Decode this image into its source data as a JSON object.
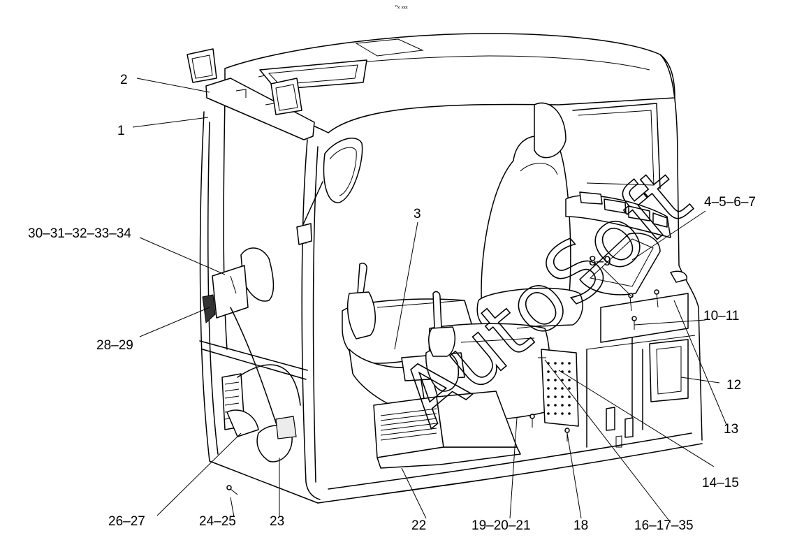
{
  "top_mark": "ⁿₓ ₓₓₓ",
  "watermark": "AutoSoft",
  "callouts": {
    "c1": "1",
    "c2": "2",
    "c3": "3",
    "c4": "4–5–6–7",
    "c5": "8–9",
    "c6": "10–11",
    "c7": "12",
    "c8": "13",
    "c9": "14–15",
    "c10": "16–17–35",
    "c11": "18",
    "c12": "19–20–21",
    "c13": "22",
    "c14": "23",
    "c15": "24–25",
    "c16": "26–27",
    "c17": "28–29",
    "c18": "30–31–32–33–34"
  }
}
